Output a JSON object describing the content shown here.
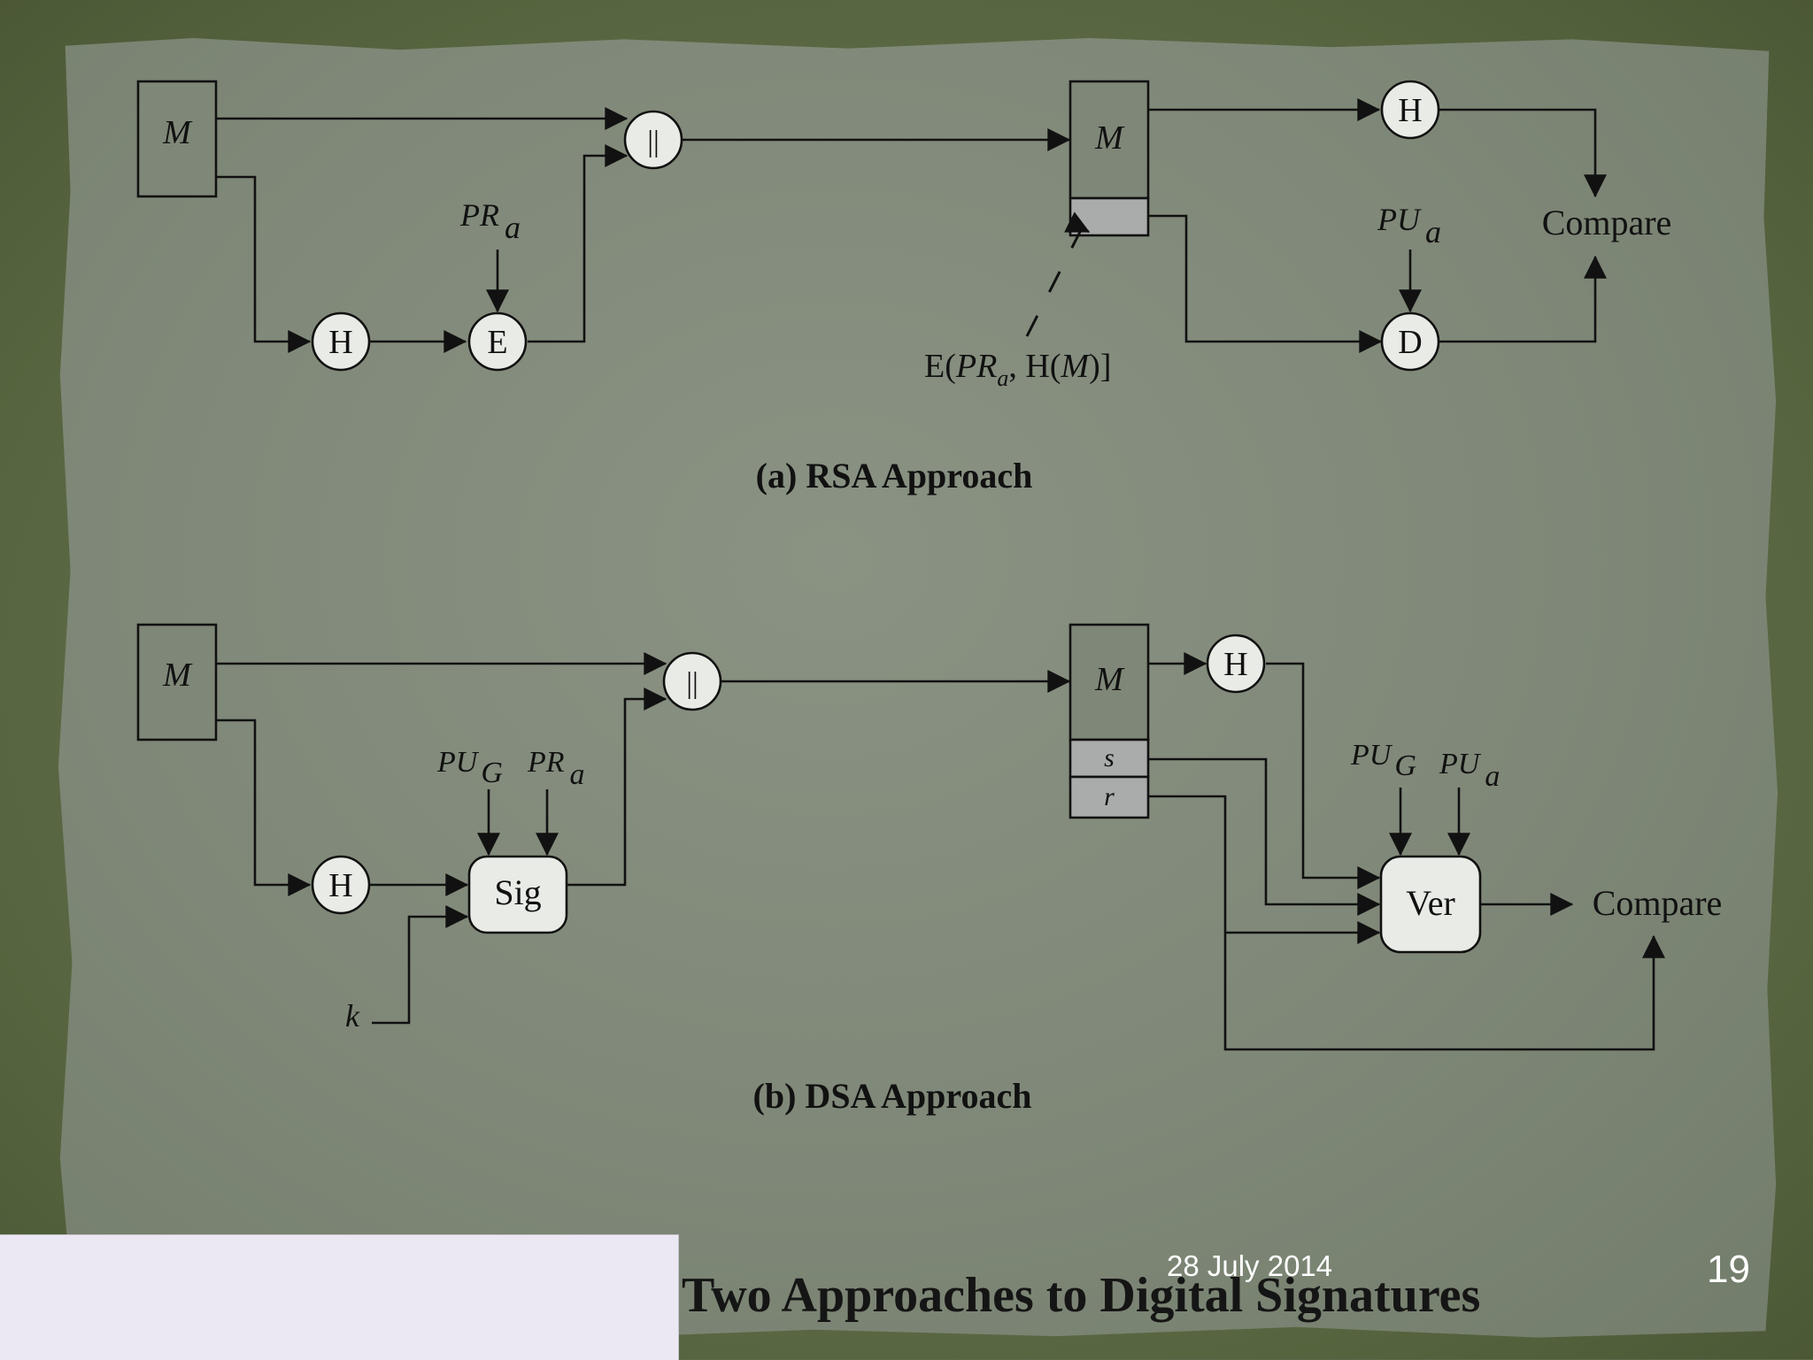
{
  "slide": {
    "footer_title": "Two Approaches to Digital Signatures",
    "date": "28 July 2014",
    "page_number": "19"
  },
  "rsa": {
    "caption": "(a) RSA Approach",
    "message": "M",
    "concat": "||",
    "hash": "H",
    "encrypt": "E",
    "private_key": "PR",
    "private_key_sub": "a",
    "decrypt": "D",
    "public_key": "PU",
    "public_key_sub": "a",
    "compare": "Compare",
    "sig_label_pre": "E(",
    "sig_label_pr": "PR",
    "sig_label_sub": "a",
    "sig_label_mid": ", H(",
    "sig_label_m": "M",
    "sig_label_end": ")]"
  },
  "dsa": {
    "caption": "(b) DSA Approach",
    "message": "M",
    "concat": "||",
    "hash": "H",
    "sign": "Sig",
    "verify": "Ver",
    "global_key": "PU",
    "global_key_sub": "G",
    "private_key": "PR",
    "private_key_sub": "a",
    "public_key": "PU",
    "public_key_sub": "a",
    "random": "k",
    "sig_s": "s",
    "sig_r": "r",
    "compare": "Compare"
  }
}
